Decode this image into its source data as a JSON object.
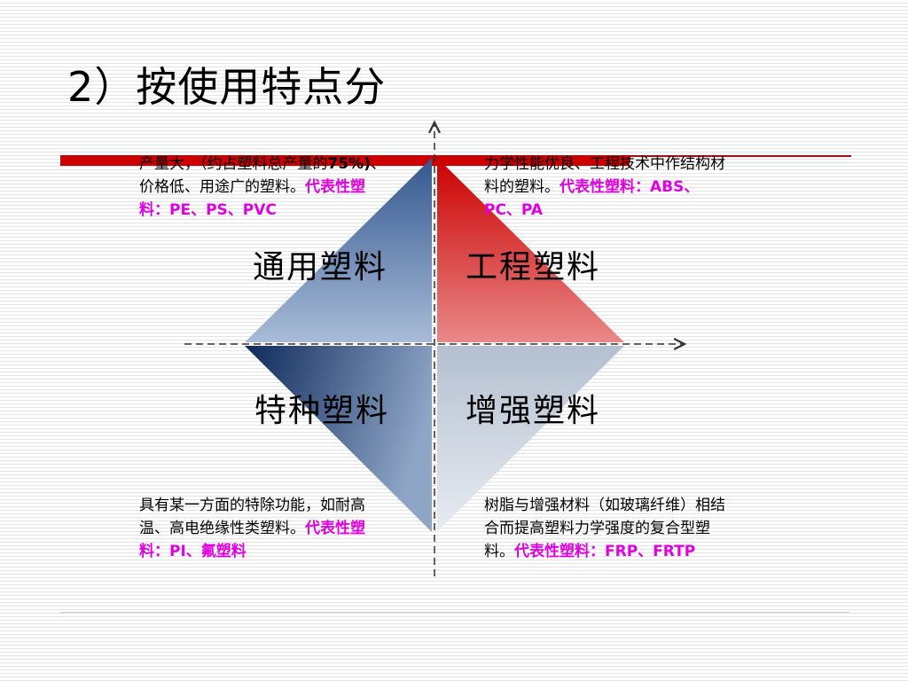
{
  "slide": {
    "title": "2）按使用特点分"
  },
  "diagram": {
    "quadrants": {
      "top_left": "通用塑料",
      "top_right": "工程塑料",
      "bottom_left": "特种塑料",
      "bottom_right": "增强塑料"
    }
  },
  "descriptions": {
    "general": {
      "part1": "产量大，（约占塑料总产量的",
      "bold": "75%)",
      "part2": "、价格低、用途广的塑料。",
      "highlight": "代表性塑料：PE、PS、PVC"
    },
    "engineering": {
      "part1": "力学性能优良、工程技术中作结构材料的塑料。",
      "highlight": "代表性塑料：ABS、PC、PA"
    },
    "special": {
      "part1": "具有某一方面的特除功能，如耐高温、高电绝缘性类塑料。",
      "highlight": "代表性塑料：PI、氟塑料"
    },
    "reinforced": {
      "part1": "树脂与增强材料（如玻璃纤维）相结合而提高塑料力学强度的复合型塑料。",
      "highlight": "代表性塑料：FRP、FRTP"
    }
  },
  "colors": {
    "accent_red": "#cc0000",
    "highlight_magenta": "#e000e0",
    "navy": "#1c3a66"
  }
}
